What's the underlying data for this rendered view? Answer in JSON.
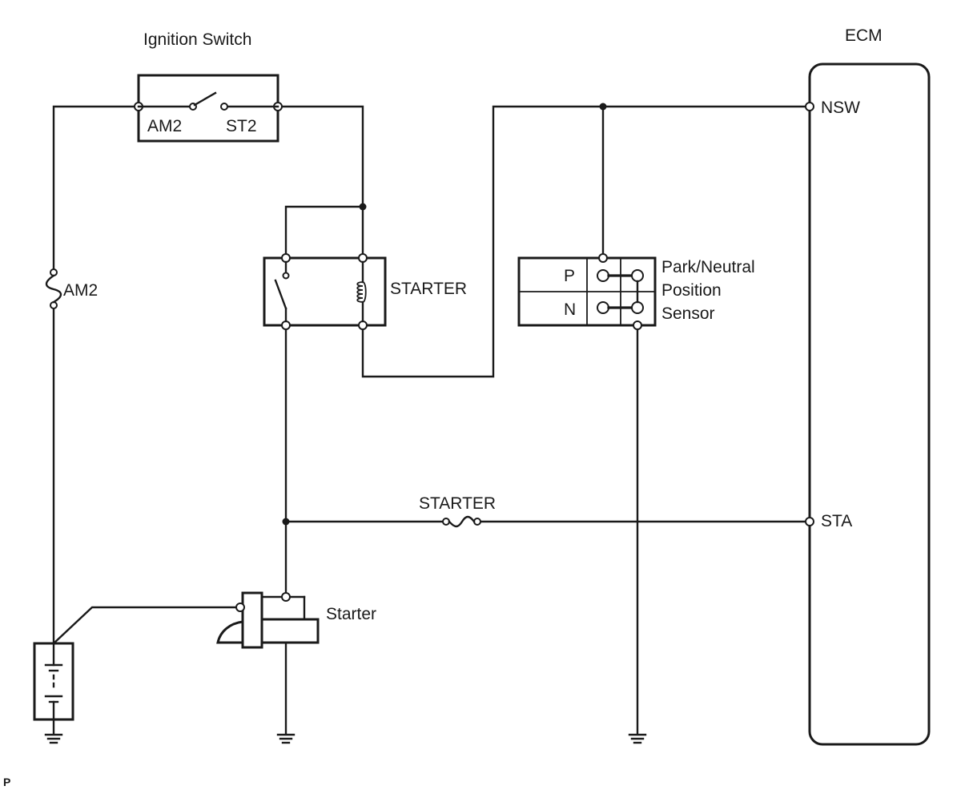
{
  "diagram": {
    "ignition_switch": {
      "title": "Ignition Switch",
      "terminal_am2": "AM2",
      "terminal_st2": "ST2"
    },
    "ecm": {
      "title": "ECM",
      "pin_nsw": "NSW",
      "pin_sta": "STA"
    },
    "fuse_am2": {
      "label": "AM2"
    },
    "starter_relay": {
      "label": "STARTER"
    },
    "starter_fuse": {
      "label": "STARTER"
    },
    "pn_sensor": {
      "row_p": "P",
      "row_n": "N",
      "label_line1": "Park/Neutral",
      "label_line2": "Position",
      "label_line3": "Sensor"
    },
    "starter_motor": {
      "label": "Starter"
    },
    "footer": {
      "corner_mark": "P"
    }
  }
}
